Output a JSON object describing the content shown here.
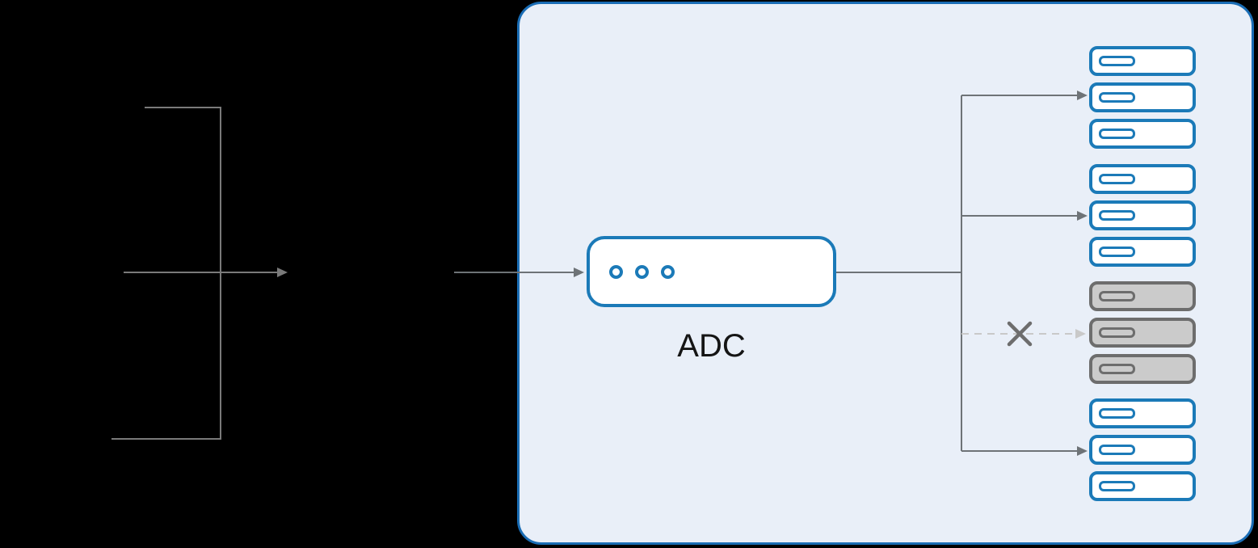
{
  "adc": {
    "label": "ADC",
    "ports": 3
  },
  "server_groups": [
    {
      "id": "server-group-1",
      "status": "healthy",
      "server_count": 3
    },
    {
      "id": "server-group-2",
      "status": "healthy",
      "server_count": 3
    },
    {
      "id": "server-group-3",
      "status": "unhealthy",
      "server_count": 3
    },
    {
      "id": "server-group-4",
      "status": "healthy",
      "server_count": 3
    }
  ],
  "flows": [
    {
      "from": "clients",
      "to": "adc",
      "state": "active"
    },
    {
      "from": "adc",
      "to": "server-group-1",
      "state": "active"
    },
    {
      "from": "adc",
      "to": "server-group-2",
      "state": "active"
    },
    {
      "from": "adc",
      "to": "server-group-3",
      "state": "blocked"
    },
    {
      "from": "adc",
      "to": "server-group-4",
      "state": "active"
    }
  ],
  "colors": {
    "background": "#000000",
    "accent-blue": "#1b7ab8",
    "container-border": "#1a6db5",
    "container-fill": "#e9eff8",
    "wire-gray": "#6e7377",
    "client-wire-gray": "#7a7a7a",
    "inactive-wire-gray": "#c9c9c9",
    "server-gray-fill": "#cbcbcb",
    "server-gray-border": "#6d6d6d",
    "text-dark": "#151515"
  }
}
